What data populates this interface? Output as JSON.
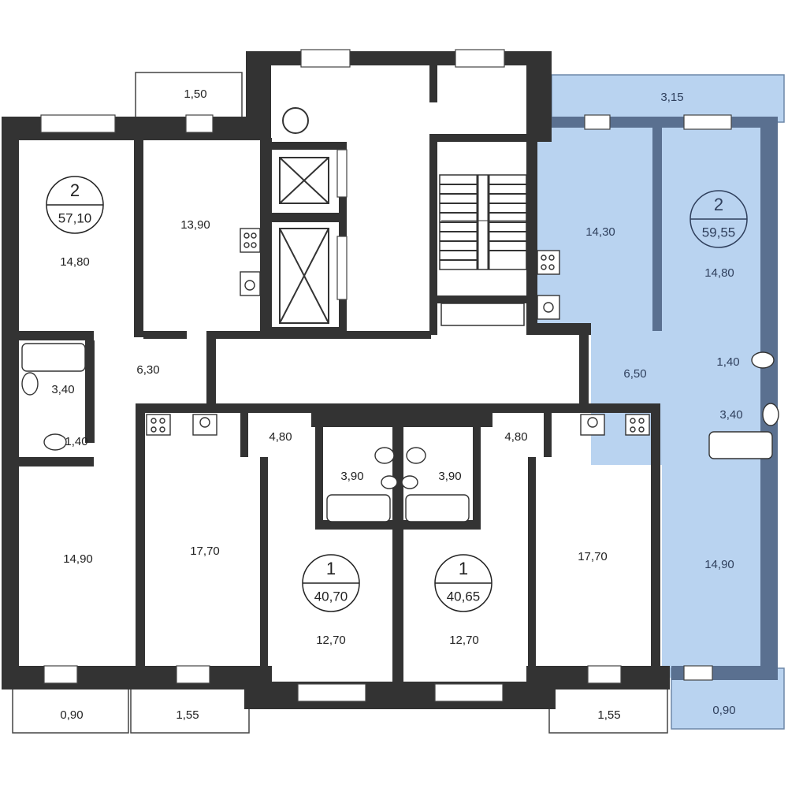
{
  "colors": {
    "wall": "#333333",
    "highlight_fill": "#b9d3f0",
    "highlight_wall": "#5a7090",
    "text": "#222222"
  },
  "apartments": [
    {
      "id": "apt-left-2",
      "rooms": "2",
      "area": "57,10"
    },
    {
      "id": "apt-right-2",
      "rooms": "2",
      "area": "59,55"
    },
    {
      "id": "apt-center-left-1",
      "rooms": "1",
      "area": "40,70"
    },
    {
      "id": "apt-center-right-1",
      "rooms": "1",
      "area": "40,65"
    }
  ],
  "rooms": [
    {
      "name": "left-top-bedroom",
      "area": "14,80"
    },
    {
      "name": "left-top-kitchen",
      "area": "13,90"
    },
    {
      "name": "left-top-hall",
      "area": "6,30"
    },
    {
      "name": "left-top-bath",
      "area": "3,40"
    },
    {
      "name": "left-top-wc",
      "area": "1,40"
    },
    {
      "name": "left-top-balcony",
      "area": "1,50"
    },
    {
      "name": "left-bottom-room",
      "area": "14,90"
    },
    {
      "name": "left-bottom-kitchen",
      "area": "17,70"
    },
    {
      "name": "left-bottom-balcony-a",
      "area": "0,90"
    },
    {
      "name": "left-bottom-balcony-b",
      "area": "1,55"
    },
    {
      "name": "center-left-hall",
      "area": "4,80"
    },
    {
      "name": "center-left-bath",
      "area": "3,90"
    },
    {
      "name": "center-left-room",
      "area": "12,70"
    },
    {
      "name": "center-right-hall",
      "area": "4,80"
    },
    {
      "name": "center-right-bath",
      "area": "3,90"
    },
    {
      "name": "center-right-room",
      "area": "12,70"
    },
    {
      "name": "right-kitchen",
      "area": "17,70"
    },
    {
      "name": "right-balcony-bottom",
      "area": "1,55"
    },
    {
      "name": "right-top-kitchen",
      "area": "14,30"
    },
    {
      "name": "right-top-bedroom",
      "area": "14,80"
    },
    {
      "name": "right-top-hall",
      "area": "6,50"
    },
    {
      "name": "right-top-wc",
      "area": "1,40"
    },
    {
      "name": "right-top-bath",
      "area": "3,40"
    },
    {
      "name": "right-top-balcony",
      "area": "3,15"
    },
    {
      "name": "right-bottom-room",
      "area": "14,90"
    },
    {
      "name": "right-bottom-balcony",
      "area": "0,90"
    }
  ]
}
